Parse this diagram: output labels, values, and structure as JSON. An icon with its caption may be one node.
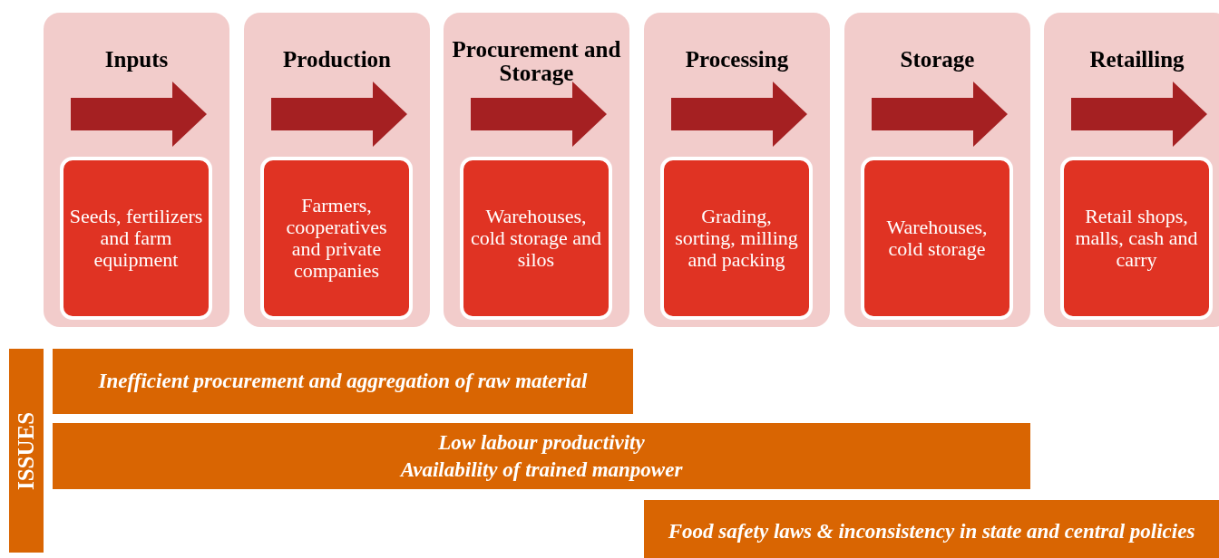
{
  "diagram": {
    "nodes": [
      {
        "text": [
          "Inputs"
        ]
      },
      {
        "text": [
          "Seeds, fertilizers and farm equipment"
        ],
        "in": 0
      },
      {
        "text": [
          "Production"
        ]
      },
      {
        "text": [
          "Farmers, cooperatives and private companies"
        ],
        "in": 2
      },
      {
        "text": [
          "Procurement and Storage"
        ]
      },
      {
        "text": [
          "Warehouses, cold storage and silos"
        ],
        "in": 4
      },
      {
        "text": [
          "Processing"
        ]
      },
      {
        "text": [
          "Grading, sorting, milling and packing"
        ],
        "in": 6
      },
      {
        "text": [
          "Storage"
        ]
      },
      {
        "text": [
          "Warehouses, cold storage"
        ],
        "in": 8
      },
      {
        "text": [
          "Retailling"
        ]
      },
      {
        "text": [
          "Retail shops, malls, cash and carry"
        ],
        "in": 10
      },
      {
        "text": [
          "ISSUES"
        ]
      },
      {
        "text": [
          "Inefficient procurement and aggregation of raw material"
        ]
      },
      {
        "text": [
          "Low labour productivity",
          "Availability of trained manpower"
        ]
      },
      {
        "text": [
          "Food safety laws & inconsistency in state and central policies"
        ]
      }
    ]
  }
}
